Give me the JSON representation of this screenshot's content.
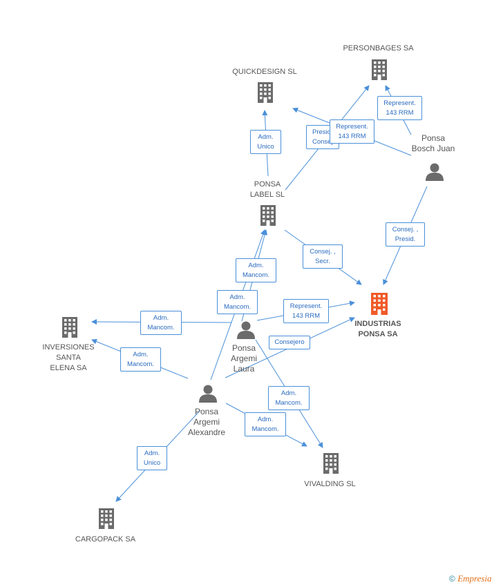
{
  "nodes": {
    "personbages": {
      "label": "PERSONBAGES SA"
    },
    "quickdesign": {
      "label": "QUICKDESIGN SL"
    },
    "ponsa_label": {
      "label_line1": "PONSA",
      "label_line2": "LABEL SL"
    },
    "inversiones": {
      "label_line1": "INVERSIONES",
      "label_line2": "SANTA",
      "label_line3": "ELENA SA"
    },
    "industrias": {
      "label_line1": "INDUSTRIAS",
      "label_line2": "PONSA SA",
      "color": "#f05a28"
    },
    "vivalding": {
      "label": "VIVALDING SL"
    },
    "cargopack": {
      "label": "CARGOPACK SA"
    },
    "bosch_juan": {
      "label_line1": "Ponsa",
      "label_line2": "Bosch Juan"
    },
    "argemi_laura": {
      "label_line1": "Ponsa",
      "label_line2": "Argemi",
      "label_line3": "Laura"
    },
    "argemi_alexandre": {
      "label_line1": "Ponsa",
      "label_line2": "Argemi",
      "label_line3": "Alexandre"
    }
  },
  "relations": {
    "bosch_personbages": {
      "line1": "Represent.",
      "line2": "143 RRM"
    },
    "label_quickdesign": {
      "line1": "Adm.",
      "line2": "Unico"
    },
    "label_personbages_presid": {
      "line1": "Presid.",
      "line2": "Consej..."
    },
    "bosch_quickdesign": {
      "line1": "Represent.",
      "line2": "143 RRM"
    },
    "bosch_industrias": {
      "line1": "Consej. ,",
      "line2": "Presid."
    },
    "label_industrias": {
      "line1": "Consej. ,",
      "line2": "Secr."
    },
    "laura_label": {
      "line1": "Adm.",
      "line2": "Mancom."
    },
    "alex_label": {
      "line1": "Adm.",
      "line2": "Mancom."
    },
    "laura_industrias": {
      "line1": "Represent.",
      "line2": "143 RRM"
    },
    "laura_inversiones": {
      "line1": "Adm.",
      "line2": "Mancom."
    },
    "alex_inversiones": {
      "line1": "Adm.",
      "line2": "Mancom."
    },
    "alex_industrias": {
      "line1": "Consejero"
    },
    "laura_vivalding": {
      "line1": "Adm.",
      "line2": "Mancom."
    },
    "alex_vivalding": {
      "line1": "Adm.",
      "line2": "Mancom."
    },
    "alex_cargopack": {
      "line1": "Adm.",
      "line2": "Unico"
    }
  },
  "colors": {
    "edge": "#4a90d9",
    "building": "#6b6b6b",
    "focal": "#f05a28",
    "person": "#6b6b6b"
  },
  "footer": {
    "copyright": "©",
    "brand": "Empresia"
  }
}
